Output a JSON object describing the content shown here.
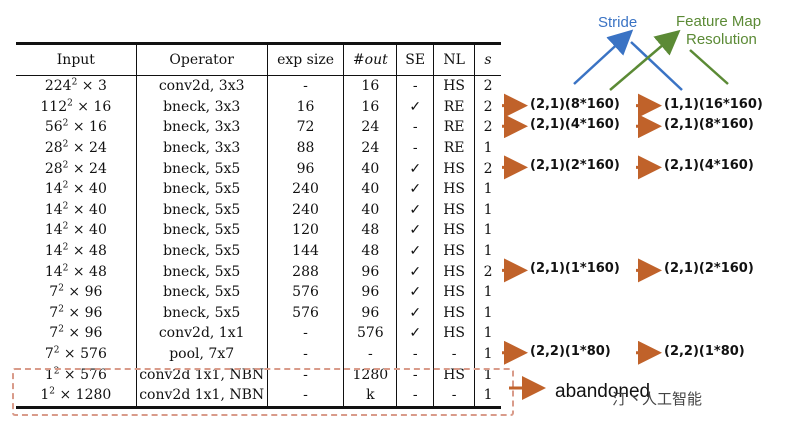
{
  "table": {
    "headers": [
      "Input",
      "Operator",
      "exp size",
      "#out",
      "SE",
      "NL",
      "s"
    ],
    "rows": [
      {
        "base": "224",
        "exp": "2",
        "dim": "3",
        "op": "conv2d, 3x3",
        "exp_size": "-",
        "out": "16",
        "se": "-",
        "nl": "HS",
        "s": "2"
      },
      {
        "base": "112",
        "exp": "2",
        "dim": "16",
        "op": "bneck, 3x3",
        "exp_size": "16",
        "out": "16",
        "se": "✓",
        "nl": "RE",
        "s": "2"
      },
      {
        "base": "56",
        "exp": "2",
        "dim": "16",
        "op": "bneck, 3x3",
        "exp_size": "72",
        "out": "24",
        "se": "-",
        "nl": "RE",
        "s": "2"
      },
      {
        "base": "28",
        "exp": "2",
        "dim": "24",
        "op": "bneck, 3x3",
        "exp_size": "88",
        "out": "24",
        "se": "-",
        "nl": "RE",
        "s": "1"
      },
      {
        "base": "28",
        "exp": "2",
        "dim": "24",
        "op": "bneck, 5x5",
        "exp_size": "96",
        "out": "40",
        "se": "✓",
        "nl": "HS",
        "s": "2"
      },
      {
        "base": "14",
        "exp": "2",
        "dim": "40",
        "op": "bneck, 5x5",
        "exp_size": "240",
        "out": "40",
        "se": "✓",
        "nl": "HS",
        "s": "1"
      },
      {
        "base": "14",
        "exp": "2",
        "dim": "40",
        "op": "bneck, 5x5",
        "exp_size": "240",
        "out": "40",
        "se": "✓",
        "nl": "HS",
        "s": "1"
      },
      {
        "base": "14",
        "exp": "2",
        "dim": "40",
        "op": "bneck, 5x5",
        "exp_size": "120",
        "out": "48",
        "se": "✓",
        "nl": "HS",
        "s": "1"
      },
      {
        "base": "14",
        "exp": "2",
        "dim": "48",
        "op": "bneck, 5x5",
        "exp_size": "144",
        "out": "48",
        "se": "✓",
        "nl": "HS",
        "s": "1"
      },
      {
        "base": "14",
        "exp": "2",
        "dim": "48",
        "op": "bneck, 5x5",
        "exp_size": "288",
        "out": "96",
        "se": "✓",
        "nl": "HS",
        "s": "2"
      },
      {
        "base": "7",
        "exp": "2",
        "dim": "96",
        "op": "bneck, 5x5",
        "exp_size": "576",
        "out": "96",
        "se": "✓",
        "nl": "HS",
        "s": "1"
      },
      {
        "base": "7",
        "exp": "2",
        "dim": "96",
        "op": "bneck, 5x5",
        "exp_size": "576",
        "out": "96",
        "se": "✓",
        "nl": "HS",
        "s": "1"
      },
      {
        "base": "7",
        "exp": "2",
        "dim": "96",
        "op": "conv2d, 1x1",
        "exp_size": "-",
        "out": "576",
        "se": "✓",
        "nl": "HS",
        "s": "1"
      },
      {
        "base": "7",
        "exp": "2",
        "dim": "576",
        "op": "pool, 7x7",
        "exp_size": "-",
        "out": "-",
        "se": "-",
        "nl": "-",
        "s": "1"
      },
      {
        "base": "1",
        "exp": "2",
        "dim": "576",
        "op": "conv2d 1x1, NBN",
        "exp_size": "-",
        "out": "1280",
        "se": "-",
        "nl": "HS",
        "s": "1"
      },
      {
        "base": "1",
        "exp": "2",
        "dim": "1280",
        "op": "conv2d 1x1, NBN",
        "exp_size": "-",
        "out": "k",
        "se": "-",
        "nl": "-",
        "s": "1"
      }
    ]
  },
  "legend": {
    "stride": "Stride",
    "fmr_line1": "Feature Map",
    "fmr_line2": "Resolution",
    "stride_color": "#3a73c4",
    "fmr_color": "#5b8a35"
  },
  "annotations": [
    {
      "row": 1,
      "left": "(2,1)(8*160)",
      "right": "(1,1)(16*160)"
    },
    {
      "row": 2,
      "left": "(2,1)(4*160)",
      "right": "(2,1)(8*160)"
    },
    {
      "row": 4,
      "left": "(2,1)(2*160)",
      "right": "(2,1)(4*160)"
    },
    {
      "row": 9,
      "left": "(2,1)(1*160)",
      "right": "(2,1)(2*160)"
    },
    {
      "row": 13,
      "left": "(2,2)(1*80)",
      "right": "(2,2)(1*80)"
    }
  ],
  "arrow_color": "#c0622a",
  "abandoned_label": "abandoned",
  "watermark": "汀丶人工智能"
}
